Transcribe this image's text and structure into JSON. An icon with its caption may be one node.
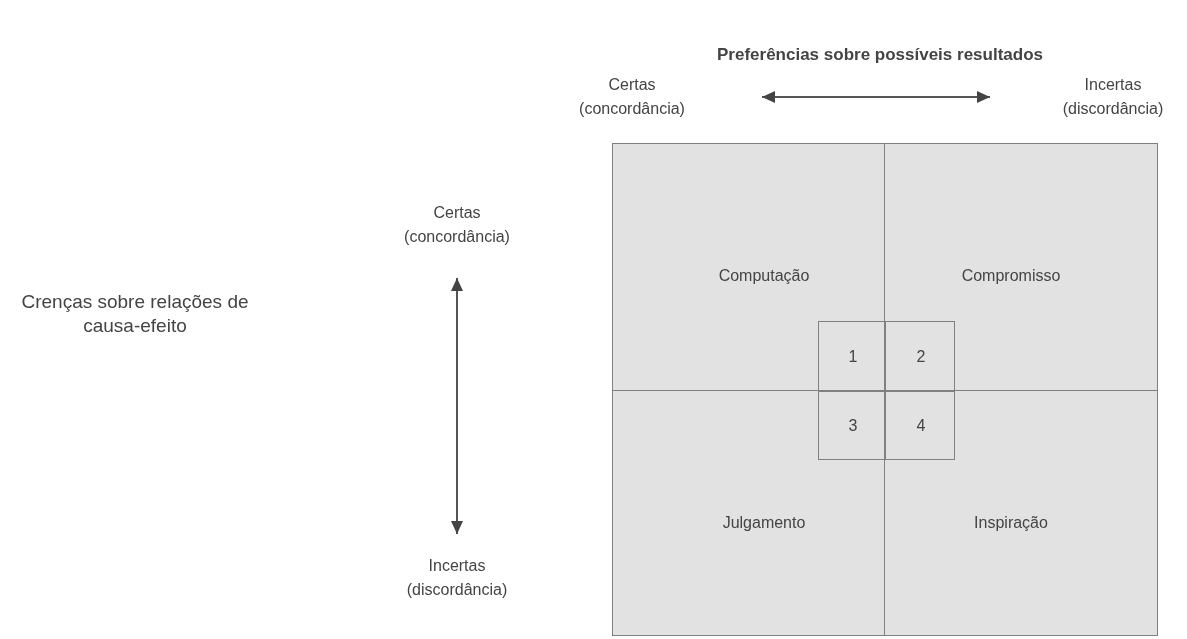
{
  "diagram": {
    "nodes": [
      {
        "text": [
          "Computação"
        ]
      },
      {
        "text": [
          "Compromisso"
        ]
      },
      {
        "text": [
          "Julgamento"
        ]
      },
      {
        "text": [
          "Inspiração"
        ]
      },
      {
        "text": [
          "1"
        ],
        "in": 0
      },
      {
        "text": [
          "2"
        ],
        "in": 1
      },
      {
        "text": [
          "3"
        ],
        "in": 2
      },
      {
        "text": [
          "4"
        ],
        "in": 3
      }
    ],
    "edges": [],
    "labels": [
      "Preferências sobre possíveis resultados",
      "Certas (concordância)",
      "Incertas (discordância)",
      "Certas (concordância)",
      "Crenças sobre relações de causa-efeito",
      "Incertas (discordância)"
    ]
  }
}
